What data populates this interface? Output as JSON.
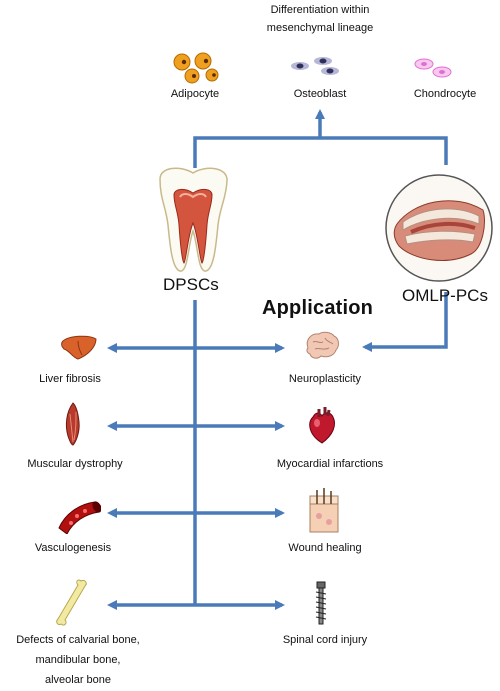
{
  "header": {
    "line1": "Differentiation within",
    "line2": "mesenchymal lineage"
  },
  "lineage": [
    {
      "label": "Adipocyte",
      "icon": "adipocyte-cells-icon"
    },
    {
      "label": "Osteoblast",
      "icon": "osteoblast-cells-icon"
    },
    {
      "label": "Chondrocyte",
      "icon": "chondrocyte-cells-icon"
    }
  ],
  "sources": {
    "left": {
      "label": "DPSCs",
      "icon": "tooth-icon"
    },
    "right": {
      "label": "OMLP-PCs",
      "icon": "oral-mucosa-mouth-icon"
    }
  },
  "application_title": "Application",
  "left_applications": [
    {
      "label": "Liver fibrosis",
      "icon": "liver-icon"
    },
    {
      "label": "Muscular dystrophy",
      "icon": "muscle-icon"
    },
    {
      "label": "Vasculogenesis",
      "icon": "blood-vessel-icon"
    },
    {
      "label": "Defects of calvarial bone,",
      "line2": "mandibular bone,",
      "line3": "alveolar bone",
      "icon": "bone-icon"
    }
  ],
  "right_applications": [
    {
      "label": "Neuroplasticity",
      "icon": "brain-icon"
    },
    {
      "label": "Myocardial infarctions",
      "icon": "heart-icon"
    },
    {
      "label": "Wound healing",
      "icon": "skin-icon"
    },
    {
      "label": "Spinal cord injury",
      "icon": "spinal-screw-icon"
    }
  ],
  "colors": {
    "arrow": "#4a7ab8",
    "adipocyte": "#f0a020",
    "osteoblast": "#6a6a9a",
    "chondrocyte": "#f2a0e0",
    "tooth_pulp": "#c0392b",
    "liver": "#d9622b",
    "vessel": "#b01010"
  }
}
